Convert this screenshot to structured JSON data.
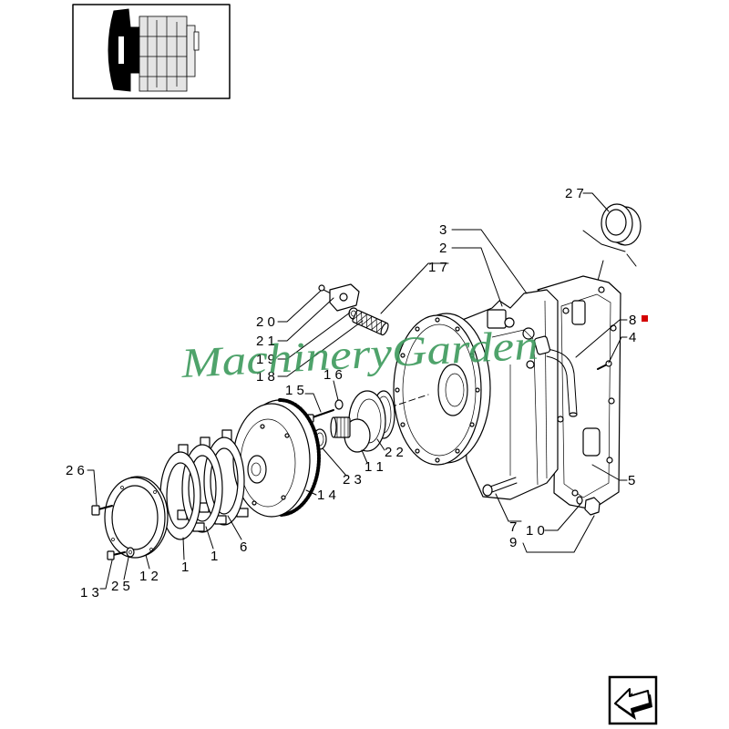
{
  "diagram": {
    "callouts": [
      "2 7",
      "3",
      "2",
      "1 7",
      "8",
      "4",
      "2 0",
      "2 1",
      "1 9",
      "1 8",
      "1 6",
      "1 5",
      "2 2",
      "1 1",
      "2 3",
      "1 4",
      "2 6",
      "6",
      "1",
      "1",
      "1 2",
      "2 5",
      "1 3",
      "5",
      "7",
      "1 0",
      "9"
    ],
    "watermark": "MachineryGarden",
    "colors": {
      "line": "#000000",
      "watermark": "#3c9a5c",
      "marker": "#d40000",
      "background": "#ffffff"
    }
  },
  "thumbnail": {
    "icon": "transmission-locator-thumbnail"
  },
  "nav": {
    "icon": "arrow-icon"
  }
}
